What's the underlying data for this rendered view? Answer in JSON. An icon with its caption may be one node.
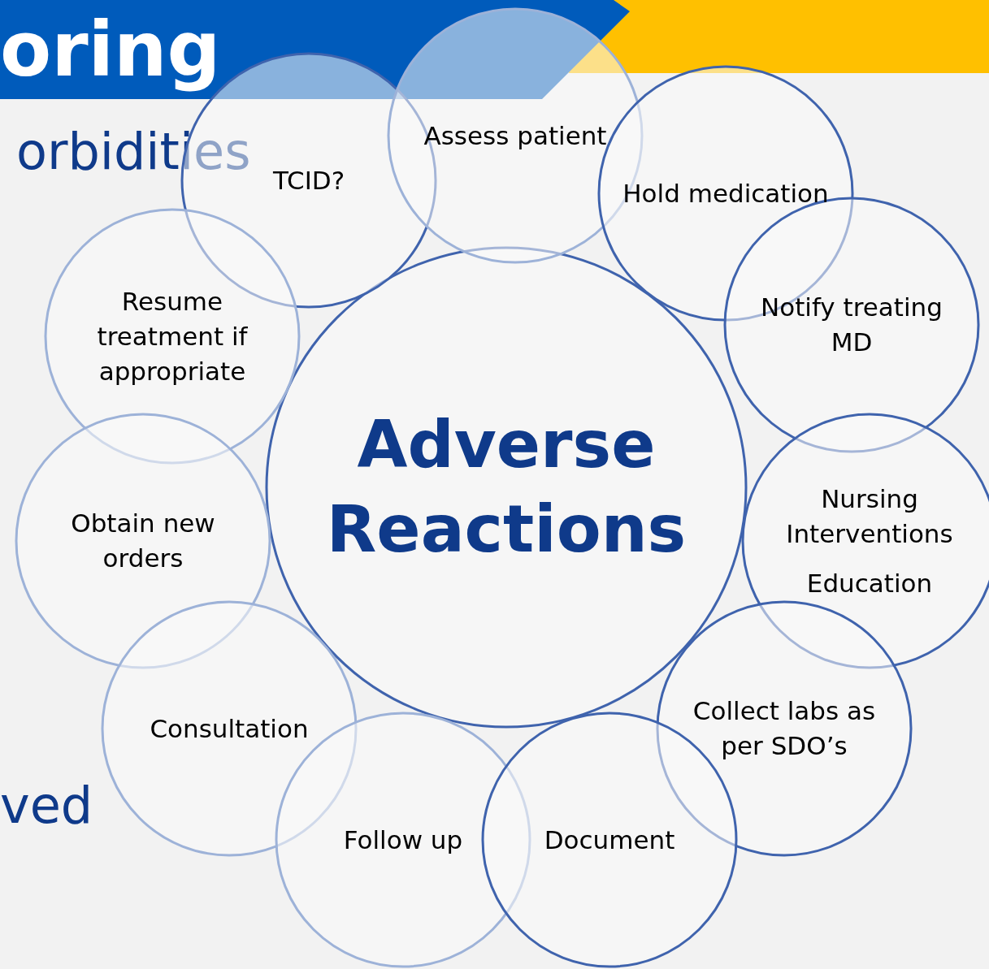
{
  "diagram": {
    "title": "oring",
    "nodes": [
      {
        "text": [
          "Adverse Reactions"
        ]
      },
      {
        "text": [
          "TCID?"
        ]
      },
      {
        "text": [
          "Assess patient"
        ]
      },
      {
        "text": [
          "Hold medication"
        ]
      },
      {
        "text": [
          "Resume treatment if appropriate"
        ]
      },
      {
        "text": [
          "Notify treating MD"
        ]
      },
      {
        "text": [
          "Obtain new orders"
        ]
      },
      {
        "text": [
          "Nursing Interventions",
          "Education"
        ]
      },
      {
        "text": [
          "Consultation"
        ]
      },
      {
        "text": [
          "Collect labs as per SDO’s"
        ]
      },
      {
        "text": [
          "Follow up"
        ]
      },
      {
        "text": [
          "Document"
        ]
      }
    ],
    "edges": [],
    "labels": [
      "orbidities",
      "ved"
    ]
  }
}
